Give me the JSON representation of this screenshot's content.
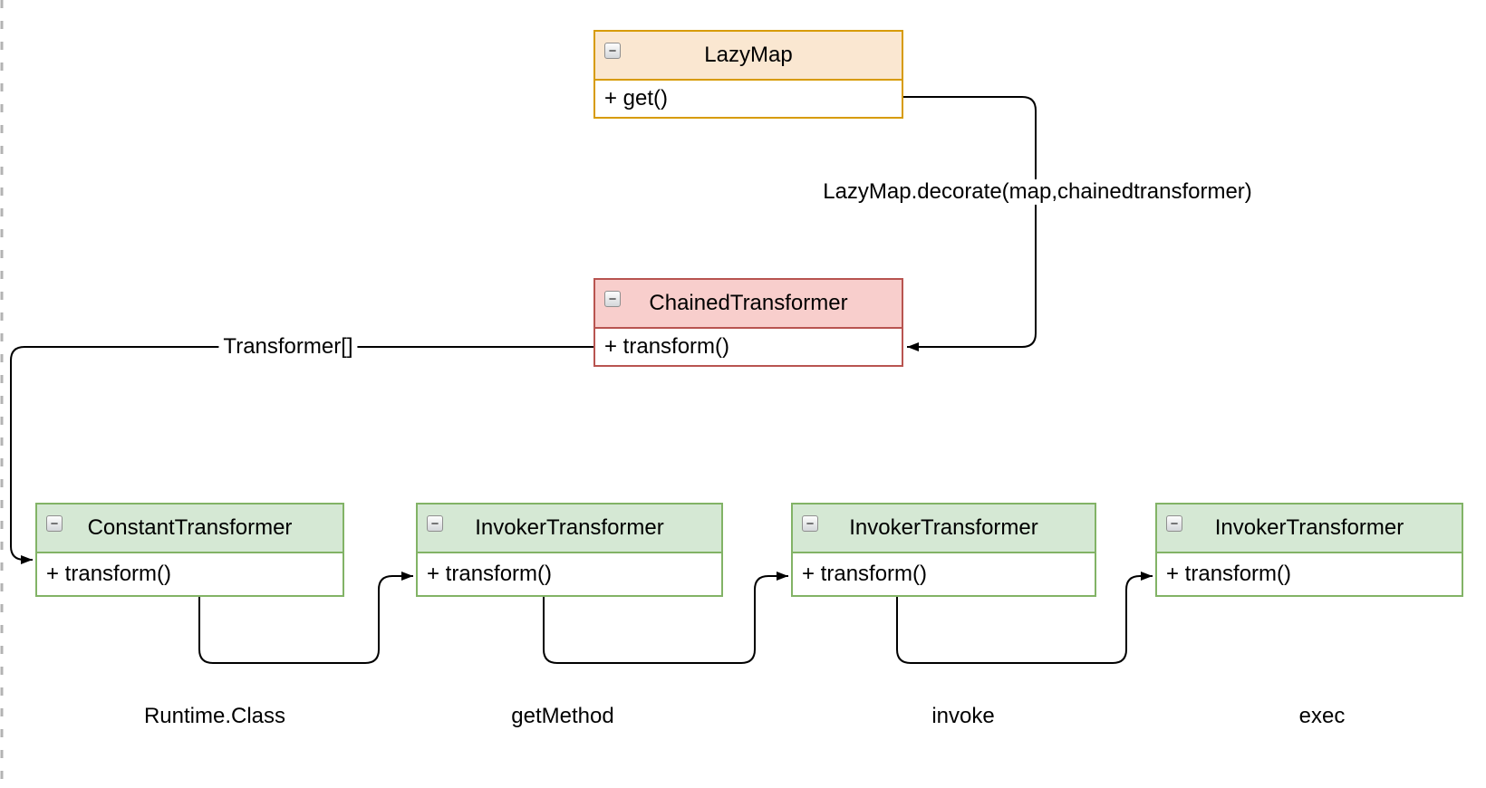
{
  "diagram": {
    "background_color": "#ffffff",
    "page_border_color": "#b3b3b3",
    "edge_color": "#000000"
  },
  "icons": {
    "collapse_glyph": "−"
  },
  "nodes": [
    {
      "title": "LazyMap",
      "method": "+ get()",
      "header_color": "#fae7d1",
      "border_color": "#d79b00"
    },
    {
      "title": "ChainedTransformer",
      "method": "+ transform()",
      "header_color": "#f8cecc",
      "border_color": "#b85450"
    },
    {
      "title": "ConstantTransformer",
      "method": "+ transform()",
      "header_color": "#d5e8d4",
      "border_color": "#82b366"
    },
    {
      "title": "InvokerTransformer",
      "method": "+ transform()",
      "header_color": "#d5e8d4",
      "border_color": "#82b366"
    },
    {
      "title": "InvokerTransformer",
      "method": "+ transform()",
      "header_color": "#d5e8d4",
      "border_color": "#82b366"
    },
    {
      "title": "InvokerTransformer",
      "method": "+ transform()",
      "header_color": "#d5e8d4",
      "border_color": "#82b366"
    }
  ],
  "edge_labels": {
    "decorate_call": "LazyMap.decorate(map,chainedtransformer)",
    "transformer_array": "Transformer[]"
  },
  "chain_step_labels": [
    "Runtime.Class",
    "getMethod",
    "invoke",
    "exec"
  ]
}
